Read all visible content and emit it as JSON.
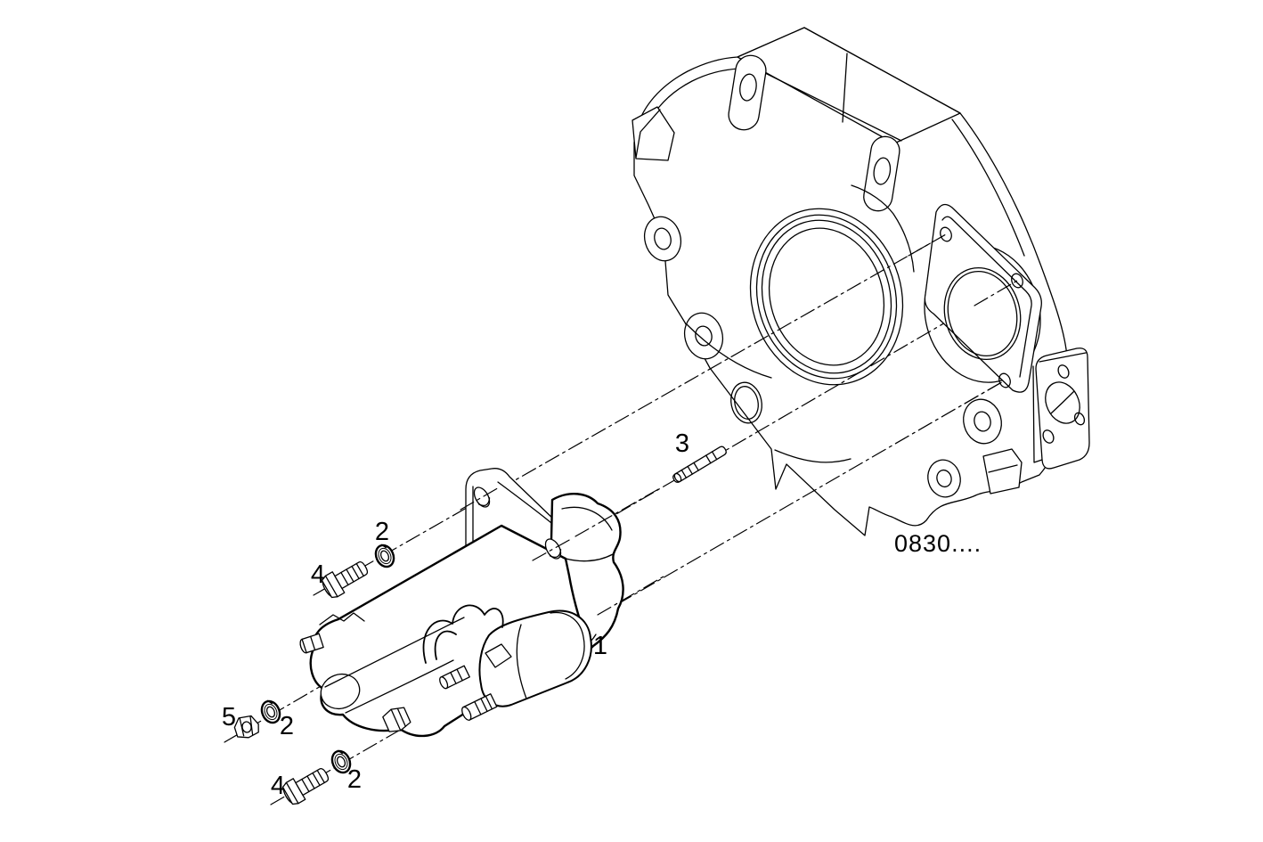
{
  "diagram": {
    "type": "exploded-parts-technical-drawing",
    "subject": "starter-motor-mounted-to-flywheel-housing",
    "reference_code": "0830....",
    "background_color": "#ffffff",
    "line_color": "#000000",
    "callouts": [
      {
        "label": "1",
        "part": "starter-motor"
      },
      {
        "label": "2",
        "part": "lock-washer-upper"
      },
      {
        "label": "2",
        "part": "lock-washer-middle"
      },
      {
        "label": "2",
        "part": "lock-washer-lower"
      },
      {
        "label": "3",
        "part": "stud"
      },
      {
        "label": "4",
        "part": "hex-bolt-upper"
      },
      {
        "label": "4",
        "part": "hex-bolt-lower"
      },
      {
        "label": "5",
        "part": "hex-nut"
      }
    ]
  }
}
